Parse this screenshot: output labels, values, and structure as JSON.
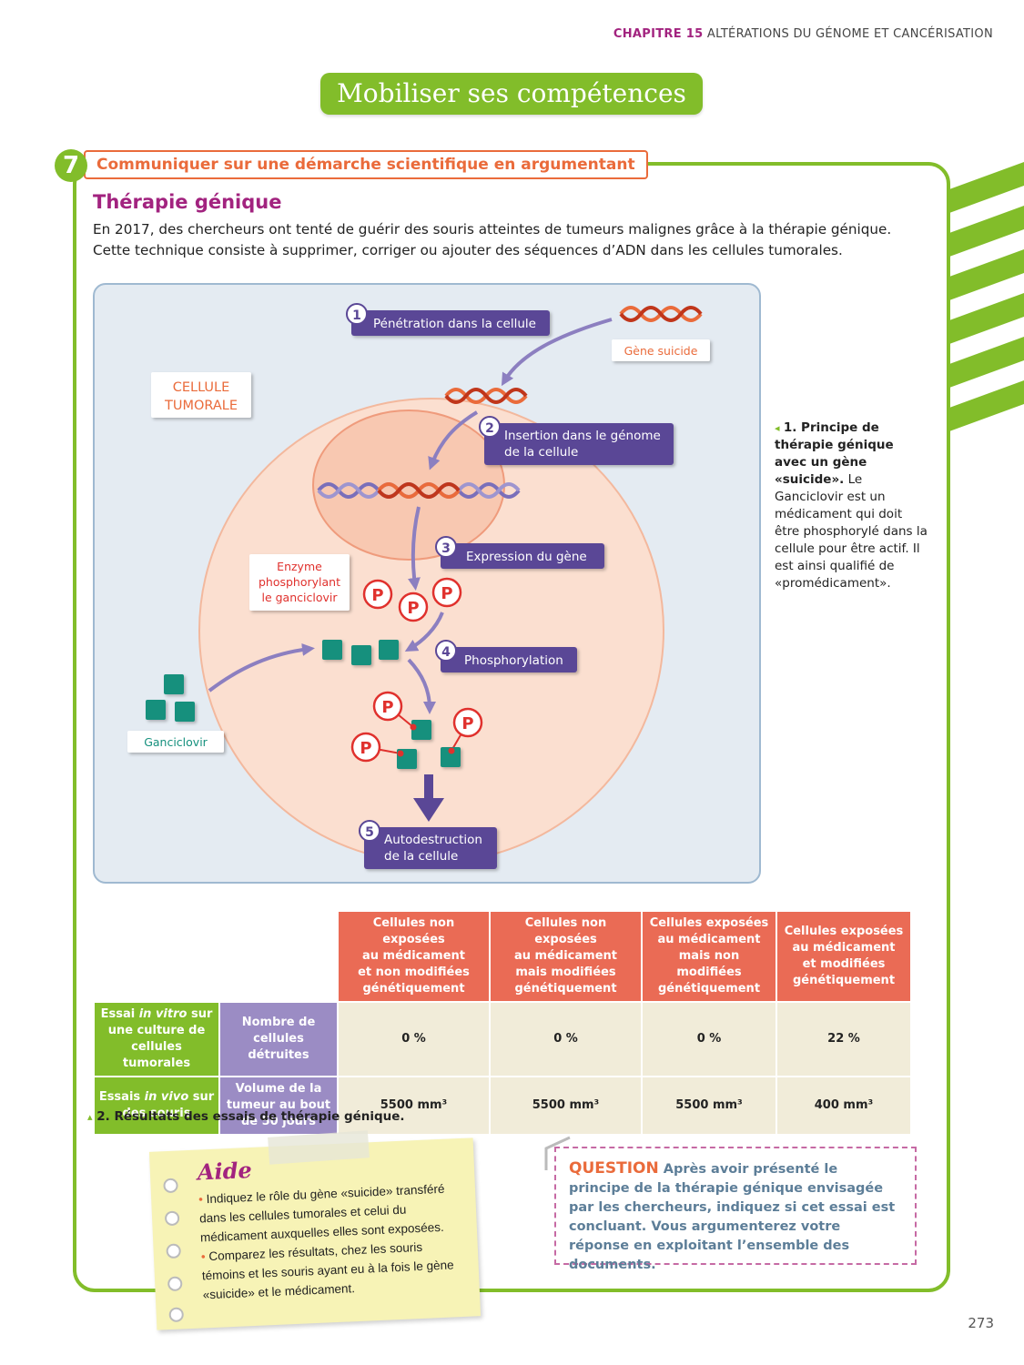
{
  "header": {
    "chapter": "CHAPITRE 15",
    "title": "ALTÉRATIONS DU GÉNOME ET CANCÉRISATION"
  },
  "banner": "Mobiliser ses compétences",
  "exercise": {
    "number": "7",
    "title": "Communiquer sur une démarche scientifique en argumentant",
    "section_title": "Thérapie génique",
    "intro": "En 2017, des chercheurs ont tenté de guérir des souris atteintes de tumeurs malignes grâce à la thérapie génique. Cette technique consiste à supprimer, corriger ou ajouter des séquences d’ADN dans les cellules tumorales."
  },
  "diagram": {
    "cell_label_1": "CELLULE",
    "cell_label_2": "TUMORALE",
    "gene_label": "Gène suicide",
    "enzyme_1": "Enzyme",
    "enzyme_2": "phosphorylant",
    "enzyme_3": "le ganciclovir",
    "drug_label": "Ganciclovir",
    "phosphate": "P",
    "steps": [
      {
        "n": "1",
        "l1": "Pénétration dans la cellule",
        "l2": ""
      },
      {
        "n": "2",
        "l1": "Insertion dans le génome",
        "l2": "de la cellule"
      },
      {
        "n": "3",
        "l1": "Expression du gène",
        "l2": ""
      },
      {
        "n": "4",
        "l1": "Phosphorylation",
        "l2": ""
      },
      {
        "n": "5",
        "l1": "Autodestruction",
        "l2": "de la cellule"
      }
    ]
  },
  "caption1": {
    "marker": "◂",
    "title": "1. Principe de thérapie génique avec un gène «suicide».",
    "text": "Le Ganciclovir est un médicament qui doit être phosphorylé dans la cellule pour être actif. Il est ainsi qualifié de «promédicament»."
  },
  "table": {
    "columns": [
      [
        "Cellules non exposées",
        "au médicament",
        "et non modifiées",
        "génétiquement"
      ],
      [
        "Cellules non exposées",
        "au médicament",
        "mais modifiées",
        "génétiquement"
      ],
      [
        "Cellules exposées",
        "au médicament",
        "mais non modifiées",
        "génétiquement"
      ],
      [
        "Cellules exposées",
        "au médicament",
        "et modifiées",
        "génétiquement"
      ]
    ],
    "rows": [
      {
        "head_pre": "Essai ",
        "head_em": "in vitro",
        "head_post": " sur une culture de cellules tumorales",
        "sub": "Nombre de cellules détruites",
        "values": [
          "0 %",
          "0 %",
          "0 %",
          "22 %"
        ]
      },
      {
        "head_pre": "Essais ",
        "head_em": "in vivo",
        "head_post": " sur des souris",
        "sub": "Volume de la tumeur au bout de 50 jours",
        "values": [
          "5500 mm³",
          "5500 mm³",
          "5500 mm³",
          "400 mm³"
        ]
      }
    ]
  },
  "caption2": {
    "marker": "▴",
    "text": "2. Résultats des essais de thérapie génique."
  },
  "aide": {
    "title": "Aide",
    "bullet": "•",
    "item1": "Indiquez le rôle du gène «suicide» transféré dans les cellules tumorales et celui du médicament auxquelles elles sont exposées.",
    "item2": "Comparez les résultats, chez les souris témoins et les souris ayant eu à la fois le gène «suicide» et le médicament."
  },
  "question": {
    "label": "QUESTION",
    "text": "Après avoir présenté le principe de la thérapie génique envisagée par les chercheurs, indiquez si cet essai est concluant. Vous argumenterez votre réponse en exploitant l’ensemble des documents."
  },
  "page_number": "273",
  "colors": {
    "green": "#82bd2a",
    "orange": "#ea6b3b",
    "magenta": "#a2237f",
    "purple": "#5a4796",
    "teal": "#15907d",
    "red": "#e0312d"
  }
}
